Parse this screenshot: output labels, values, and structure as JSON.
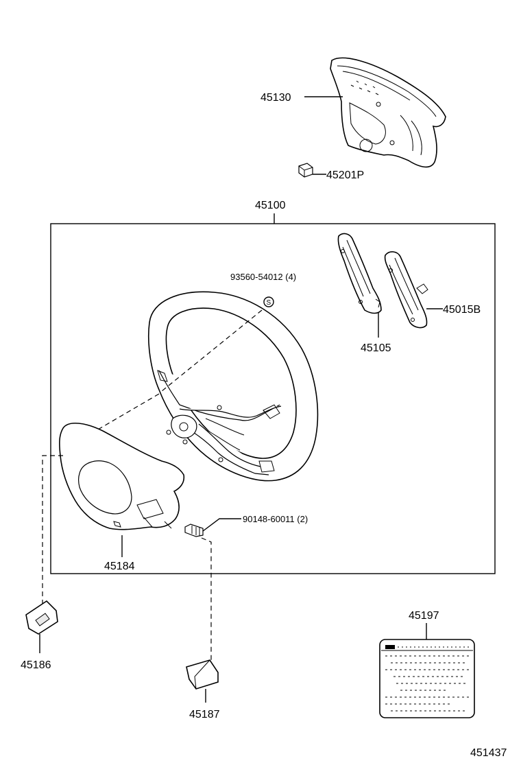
{
  "labels": {
    "pad_assy": "45130",
    "pad_nut": "45201P",
    "wheel_assy": "45100",
    "screw": "93560-54012 (4)",
    "screw_symbol": "S",
    "switch_left": "45105",
    "switch_right": "45015B",
    "lower_cover": "45184",
    "bolt": "90148-60011 (2)",
    "cover_small": "45186",
    "plug": "45187",
    "caution_label": "45197",
    "diagram_id": "451437"
  }
}
